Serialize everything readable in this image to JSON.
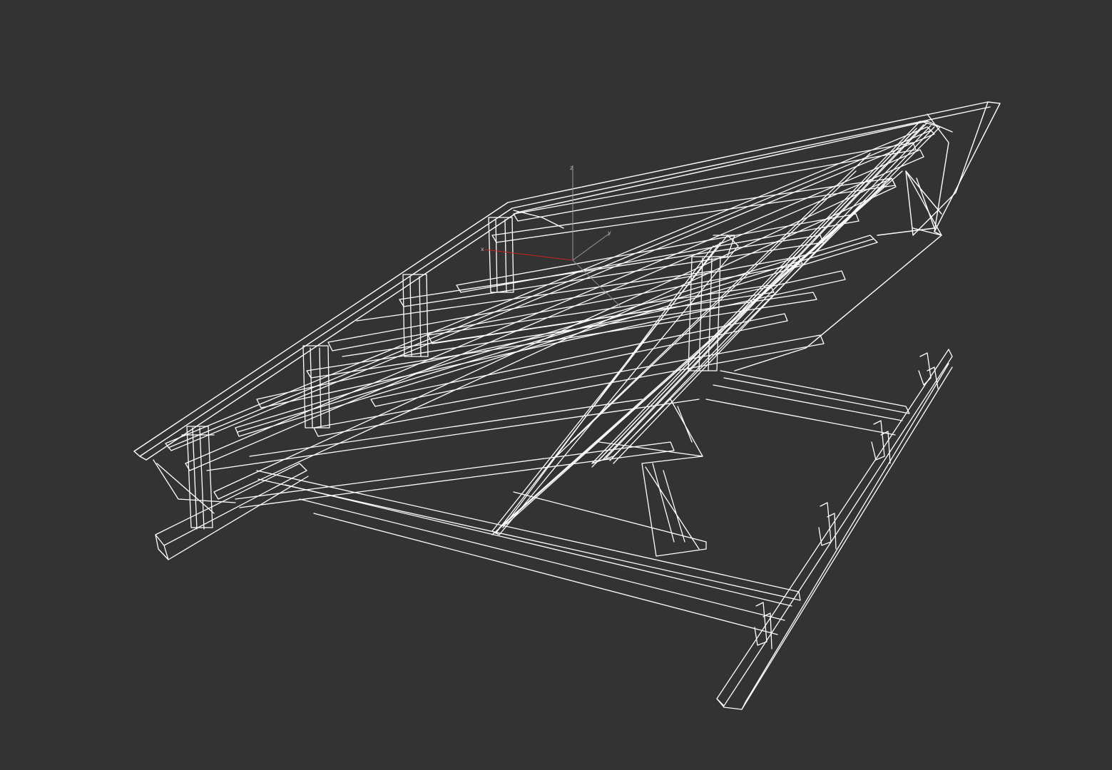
{
  "viewport": {
    "background": "#333333",
    "wire_color": "#ffffff",
    "render_mode": "wireframe"
  },
  "gizmo": {
    "x_axis_color": "#cc2222",
    "y_axis_color": "#999999",
    "z_axis_color": "#999999",
    "x_label": "x",
    "y_label": "y",
    "z_label": "z"
  }
}
